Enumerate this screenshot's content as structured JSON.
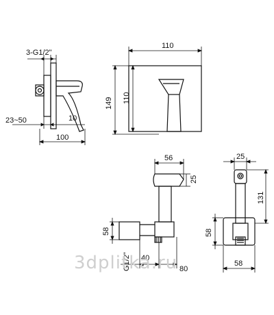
{
  "drawing": {
    "colors": {
      "line": "#111111",
      "background": "#ffffff",
      "watermark": "#cfcfcf"
    },
    "views": {
      "mixer_side": {
        "thread_label": "3-G1/2\"",
        "depth_range": "23~50",
        "offset": "10",
        "width": "100"
      },
      "mixer_front": {
        "width": "110",
        "height_inner": "110",
        "height_outer": "149"
      },
      "handset_side": {
        "width": "56",
        "top_height": "25",
        "depth": "58",
        "hose_thread": "G1/2\"",
        "offset": "40",
        "length": "80"
      },
      "handset_front": {
        "width": "25",
        "height": "131",
        "holder_height": "58",
        "holder_width": "58"
      }
    },
    "watermark": "3dplitka.ru"
  }
}
